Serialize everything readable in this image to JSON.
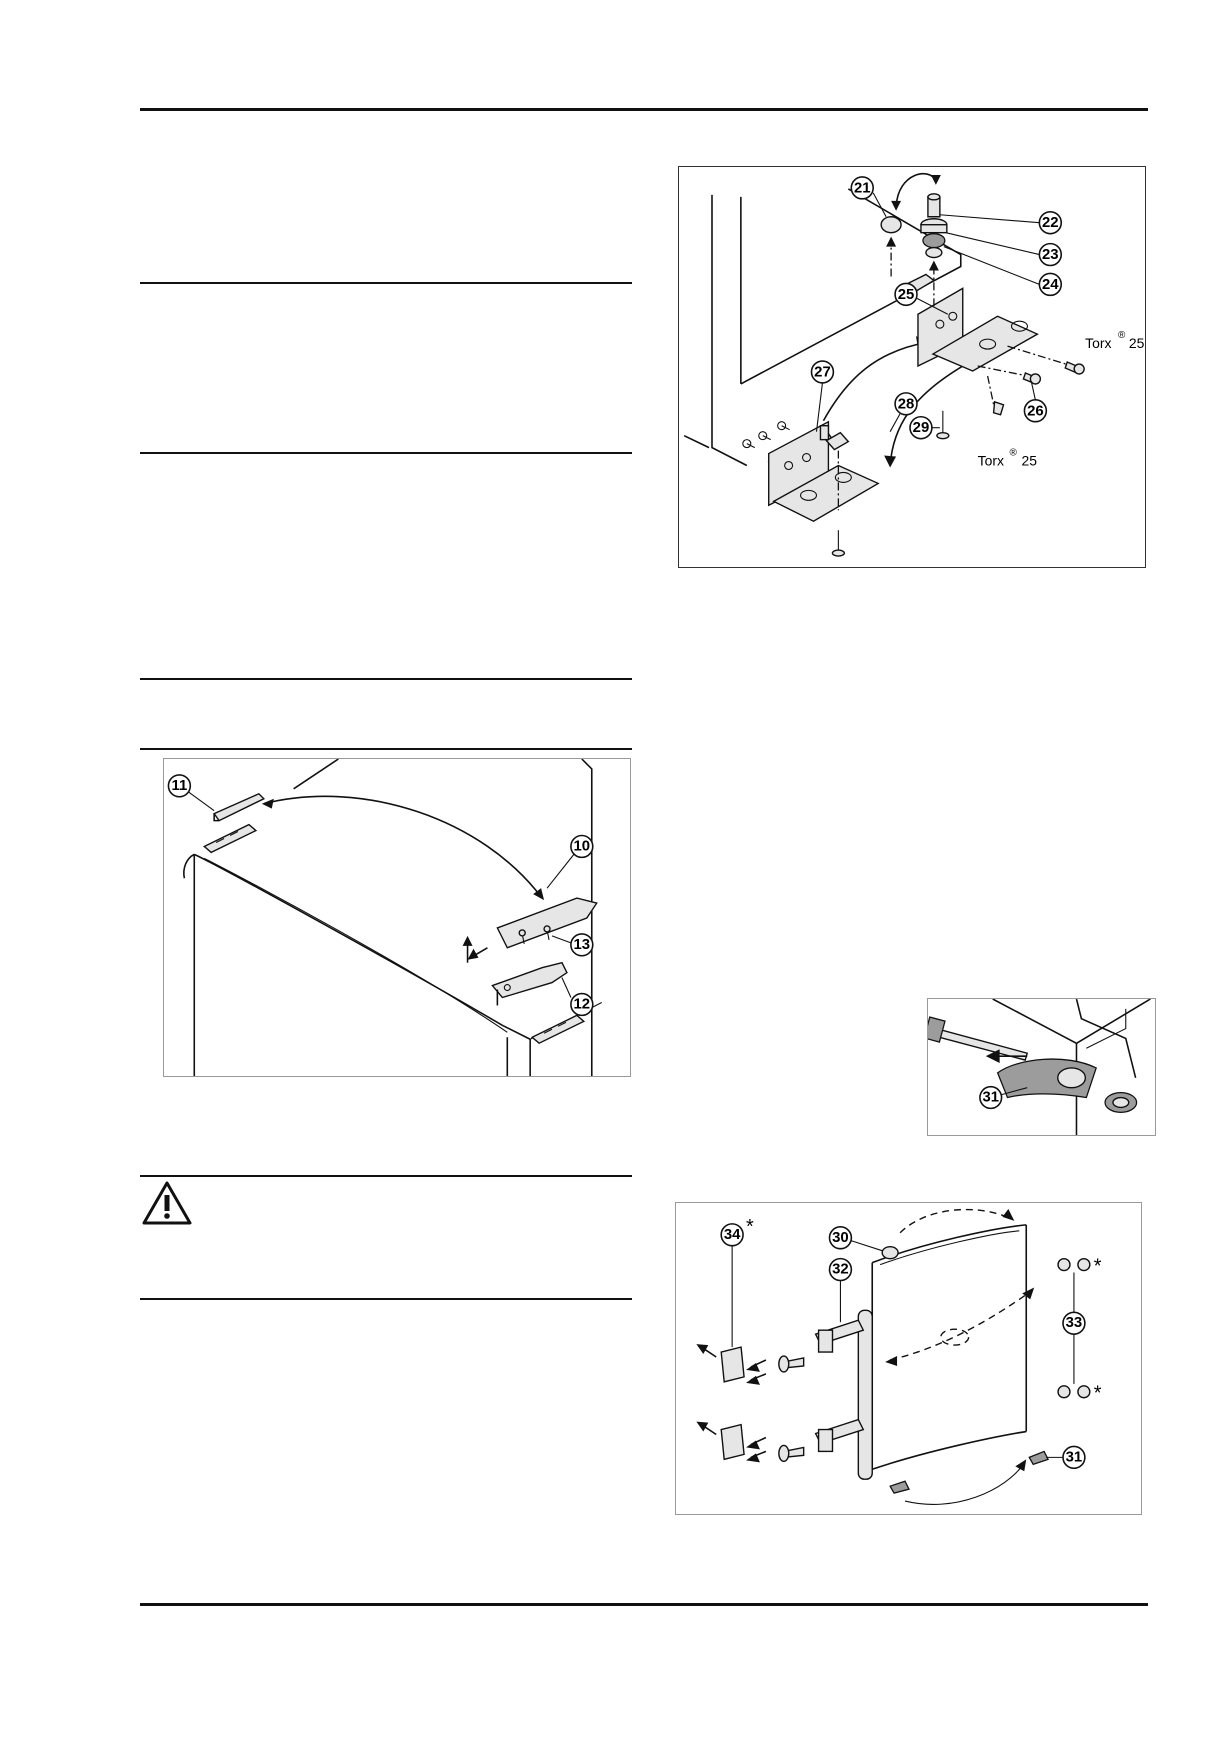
{
  "fig_top_right": {
    "callouts": {
      "c21": "21",
      "c22": "22",
      "c23": "23",
      "c24": "24",
      "c25": "25",
      "c26": "26",
      "c27": "27",
      "c28": "28",
      "c29": "29"
    },
    "torx_text_1": "Torx",
    "torx_sup_1": "®",
    "torx_size_1": "25",
    "torx_text_2": "Torx",
    "torx_sup_2": "®",
    "torx_size_2": "25"
  },
  "fig_left": {
    "callouts": {
      "c10": "10",
      "c11": "11",
      "c12": "12",
      "c13": "13"
    }
  },
  "fig_small": {
    "callouts": {
      "c31": "31"
    }
  },
  "fig_bottom_right": {
    "callouts": {
      "c30": "30",
      "c31": "31",
      "c32": "32",
      "c33": "33",
      "c34": "34"
    },
    "asterisk": "*"
  },
  "icons": [
    "warning-triangle-icon"
  ]
}
